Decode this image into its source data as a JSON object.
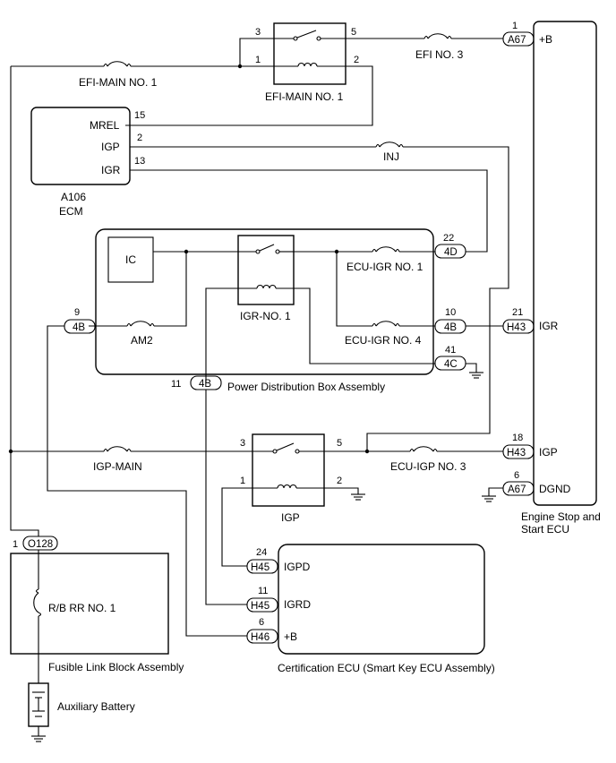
{
  "components": {
    "efi_main_relay": "EFI-MAIN NO. 1",
    "efi_main_fuse": "EFI-MAIN NO. 1",
    "efi_no3_fuse": "EFI NO. 3",
    "ecm": {
      "code": "A106",
      "name": "ECM",
      "pins": [
        "MREL",
        "IGP",
        "IGR"
      ],
      "pin_numbers": [
        "15",
        "2",
        "13"
      ]
    },
    "inj_fuse": "INJ",
    "ic": "IC",
    "igr_relay": "IGR-NO. 1",
    "ecu_igr_no1": "ECU-IGR NO. 1",
    "ecu_igr_no4": "ECU-IGR NO. 4",
    "am2": "AM2",
    "pdb": "Power Distribution Box Assembly",
    "igp_main": "IGP-MAIN",
    "igp_relay": "IGP",
    "ecu_igp_no3": "ECU-IGP NO. 3",
    "engine_ecu": {
      "line1": "Engine Stop and",
      "line2": "Start ECU",
      "pins": [
        "+B",
        "IGR",
        "IGP",
        "DGND"
      ]
    },
    "cert_ecu": {
      "name": "Certification ECU (Smart Key ECU Assembly)",
      "pins": [
        "IGPD",
        "IGRD",
        "+B"
      ]
    },
    "rb_rr_fuse": "R/B RR NO. 1",
    "fusible_link": "Fusible Link Block Assembly",
    "battery": "Auxiliary Battery"
  },
  "connectors": {
    "a67_b": "A67",
    "h43_igr": "H43",
    "h43_igp": "H43",
    "a67_dgnd": "A67",
    "c4d": "4D",
    "c4b_r": "4B",
    "c4c": "4C",
    "c4b_l": "4B",
    "c4b_b": "4B",
    "h45_igpd": "H45",
    "h45_igrd": "H45",
    "h46": "H46",
    "o128": "O128"
  },
  "pin_numbers": {
    "efi_relay_3": "3",
    "efi_relay_5": "5",
    "efi_relay_1": "1",
    "efi_relay_2": "2",
    "a67_b": "1",
    "c4d": "22",
    "c4b_r": "10",
    "c4c": "41",
    "c4b_l": "9",
    "c4b_b": "11",
    "h43_igr": "21",
    "h43_igp": "18",
    "a67_dgnd": "6",
    "igp_relay_3": "3",
    "igp_relay_5": "5",
    "igp_relay_1": "1",
    "igp_relay_2": "2",
    "h45_igpd": "24",
    "h45_igrd": "11",
    "h46": "6",
    "o128": "1"
  }
}
